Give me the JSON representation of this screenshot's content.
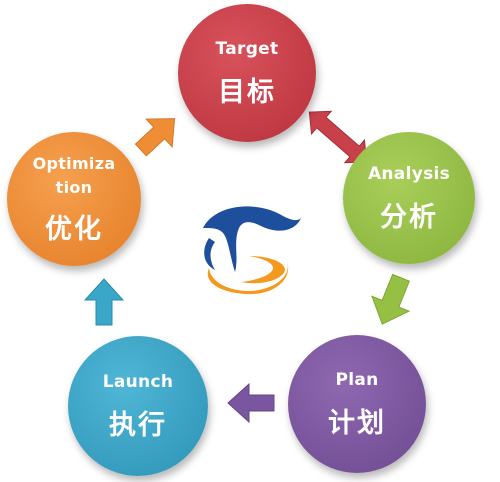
{
  "nodes": {
    "target": {
      "en": "Target",
      "cn": "目标",
      "color": "#c8404a"
    },
    "analysis": {
      "en": "Analysis",
      "cn": "分析",
      "color": "#95c044"
    },
    "plan": {
      "en": "Plan",
      "cn": "计划",
      "color": "#7b56a0"
    },
    "launch": {
      "en": "Launch",
      "cn": "执行",
      "color": "#3aa6c8"
    },
    "optimization": {
      "en_line1": "Optimiza",
      "en_line2": "tion",
      "cn": "优化",
      "color": "#ef8d35"
    }
  },
  "arrow_colors": {
    "target_analysis": "#c8404a",
    "analysis_plan": "#95c044",
    "plan_launch": "#7b56a0",
    "launch_optimization": "#3aa6c8",
    "optimization_target": "#ef8d35"
  },
  "logo": {
    "icon": "company-logo-icon",
    "blue": "#1d4f9c",
    "orange": "#f39a1e"
  }
}
